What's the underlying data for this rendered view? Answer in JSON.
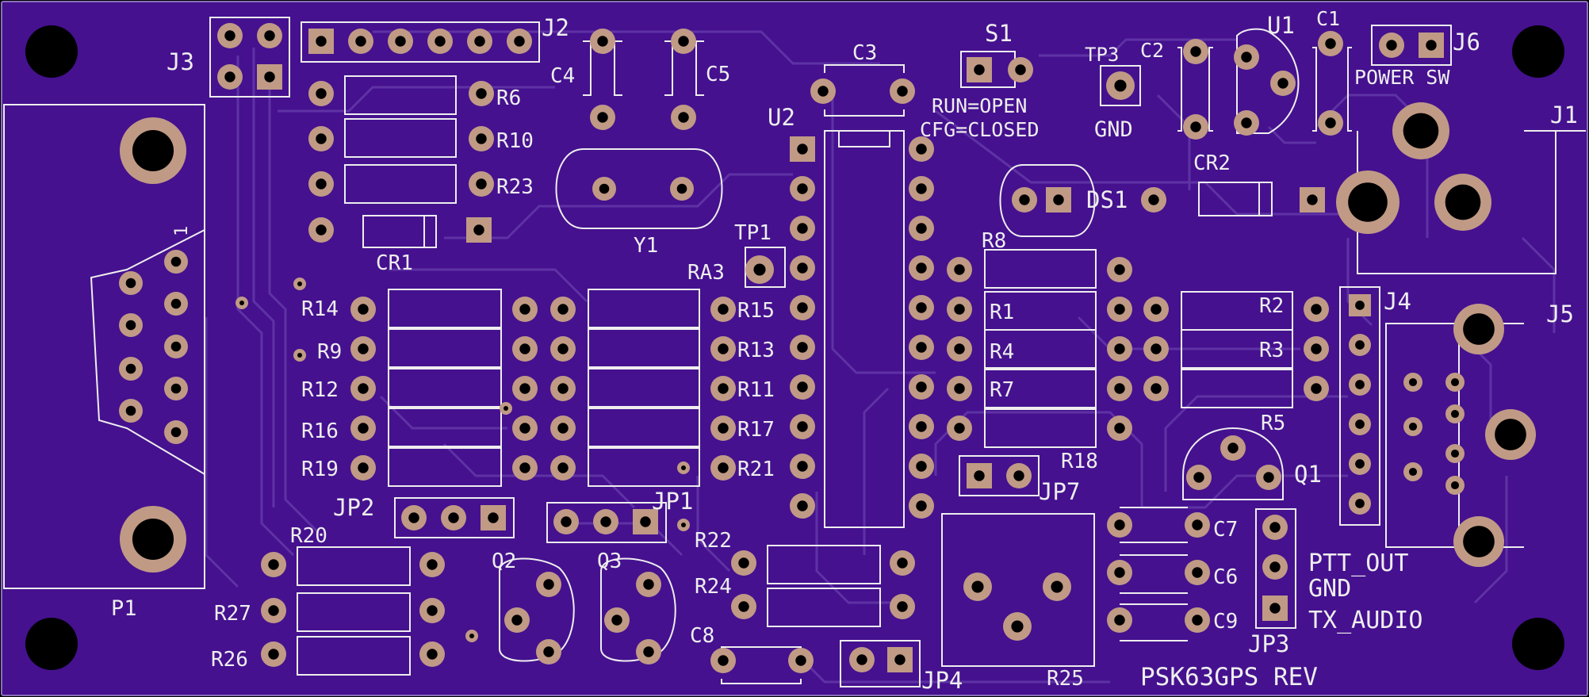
{
  "board": {
    "bg": "#45118f",
    "trace": "#5e32a4",
    "silk": "#eeeeee",
    "pad": "#c09a85",
    "title": "PSK63GPS REV"
  },
  "labels": {
    "j3": "J3",
    "j2": "J2",
    "c4": "C4",
    "c5": "C5",
    "c3": "C3",
    "s1": "S1",
    "run": "RUN=OPEN",
    "cfg": "CFG=CLOSED",
    "tp3": "TP3",
    "gnd_tp": "GND",
    "c2": "C2",
    "u1": "U1",
    "c1": "C1",
    "j6": "J6",
    "power_sw": "POWER SW",
    "j1": "J1",
    "r6": "R6",
    "r10": "R10",
    "r23": "R23",
    "cr1": "CR1",
    "y1": "Y1",
    "u2": "U2",
    "tp1": "TP1",
    "ra3": "RA3",
    "cr2": "CR2",
    "ds1": "DS1",
    "r8": "R8",
    "r1": "R1",
    "r4": "R4",
    "r7": "R7",
    "r18": "R18",
    "r2": "R2",
    "r3": "R3",
    "r5": "R5",
    "q1": "Q1",
    "j4": "J4",
    "j5": "J5",
    "r14": "R14",
    "r9": "R9",
    "r12": "R12",
    "r16": "R16",
    "r19": "R19",
    "r15": "R15",
    "r13": "R13",
    "r11": "R11",
    "r17": "R17",
    "r21": "R21",
    "jp7": "JP7",
    "c7": "C7",
    "c6": "C6",
    "c9": "C9",
    "jp3": "JP3",
    "ptt_out": "PTT_OUT",
    "gnd_jp3": "GND",
    "tx_audio": "TX_AUDIO",
    "jp2": "JP2",
    "jp1": "JP1",
    "r20": "R20",
    "r27": "R27",
    "r26": "R26",
    "q2": "Q2",
    "q3": "Q3",
    "r22": "R22",
    "r24": "R24",
    "c8": "C8",
    "jp4": "JP4",
    "r25": "R25",
    "p1": "P1",
    "pin1": "1"
  }
}
